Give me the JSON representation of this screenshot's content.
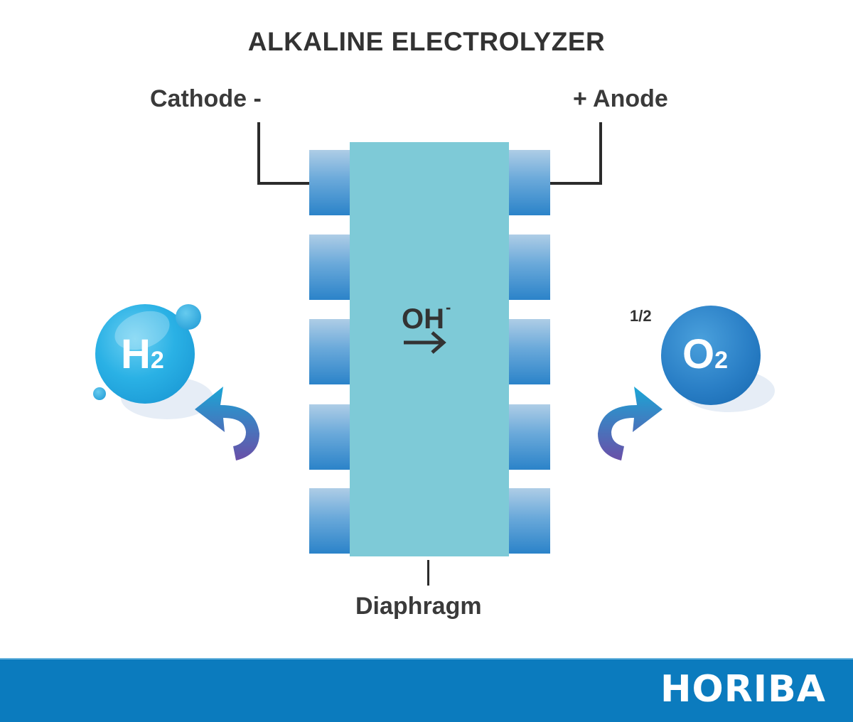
{
  "diagram": {
    "title": "ALKALINE ELECTROLYZER",
    "cathode_label": "Cathode -",
    "anode_label": "+ Anode",
    "diaphragm_label": "Diaphragm",
    "ion": {
      "formula": "OH",
      "charge": "-",
      "direction_icon": "right-arrow-icon"
    },
    "products": {
      "hydrogen": {
        "symbol": "H",
        "subscript": "2",
        "coefficient": ""
      },
      "oxygen": {
        "symbol": "O",
        "subscript": "2",
        "coefficient": "1/2"
      }
    },
    "plates_per_side": 5,
    "colors": {
      "membrane": "#7ecad7",
      "plate_top": "#aecde6",
      "plate_bottom": "#2b83c9",
      "h2_bubble": "#2ab1e5",
      "o2_bubble": "#2a7fc6",
      "arrow_start": "#1aa6d6",
      "arrow_end": "#6a4fa8",
      "footer": "#0b7bbe",
      "text": "#333333"
    }
  },
  "footer": {
    "brand": "HORIBA"
  }
}
